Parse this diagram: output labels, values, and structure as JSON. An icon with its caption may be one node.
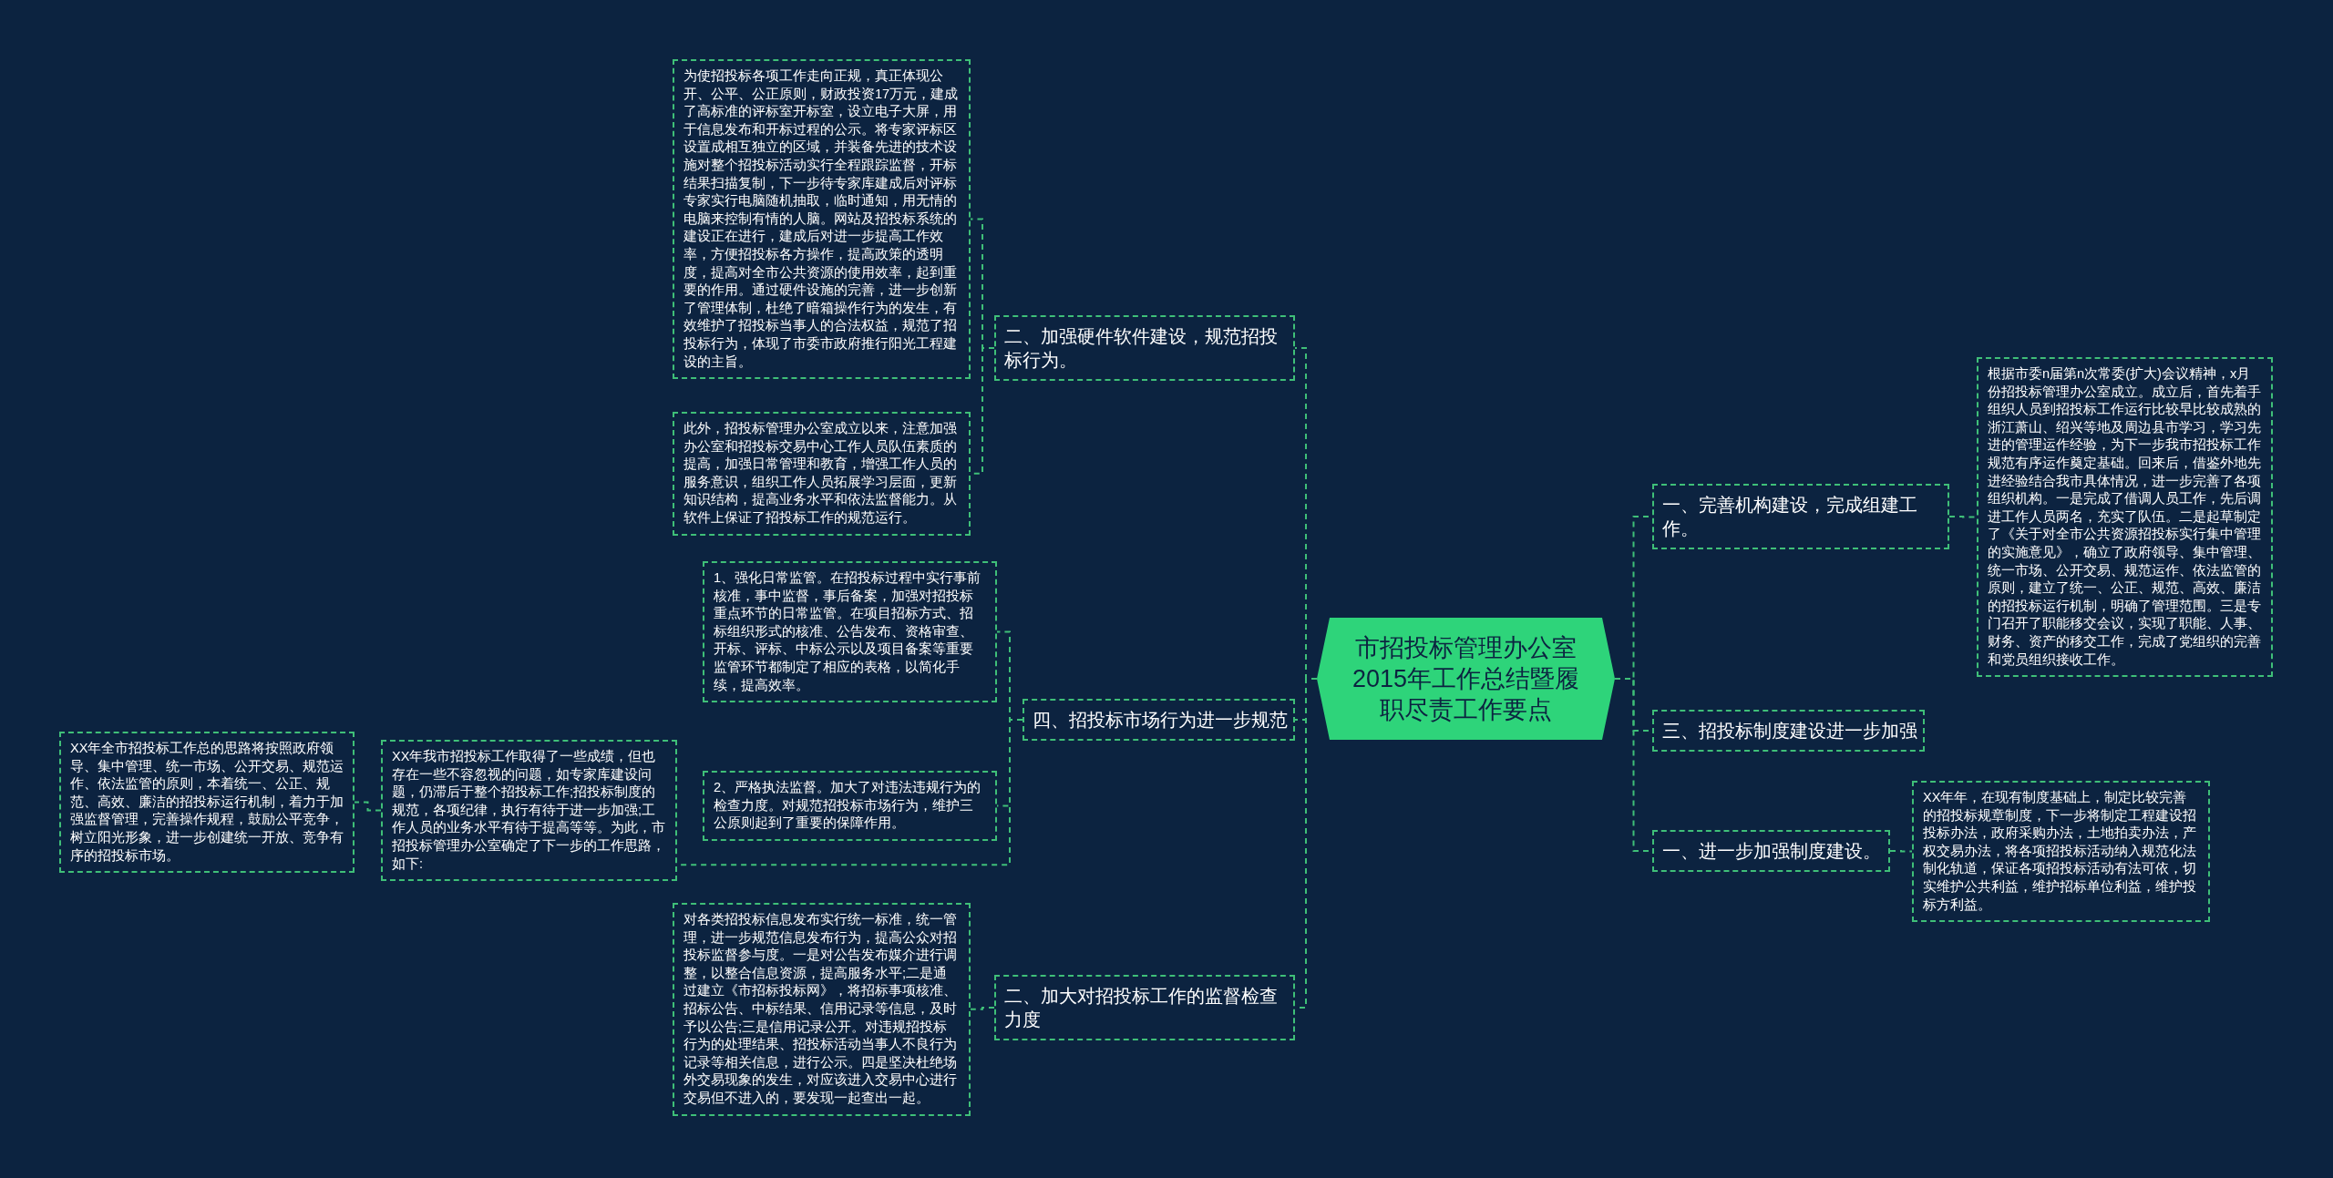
{
  "diagram": {
    "nodes": [
      {
        "text": [
          "市招投标管理办公室2015年工作总结暨履职尽责工作要点"
        ]
      },
      {
        "text": [
          "二、加强硬件软件建设，规范招投标行为。"
        ]
      },
      {
        "text": [
          "为使招投标各项工作走向正规，真正体现公开、公平、公正原则，财政投资17万元，建成了高标准的评标室开标室，设立电子大屏，用于信息发布和开标过程的公示。将专家评标区设置成相互独立的区域，并装备先进的技术设施对整个招投标活动实行全程跟踪监督，开标结果扫描复制，下一步待专家库建成后对评标专家实行电脑随机抽取，临时通知，用无情的电脑来控制有情的人脑。网站及招投标系统的建设正在进行，建成后对进一步提高工作效率，方便招投标各方操作，提高政策的透明度，提高对全市公共资源的使用效率，起到重要的作用。通过硬件设施的完善，进一步创新了管理体制，杜绝了暗箱操作行为的发生，有效维护了招投标当事人的合法权益，规范了招投标行为，体现了市委市政府推行阳光工程建设的主旨。"
        ]
      },
      {
        "text": [
          "此外，招投标管理办公室成立以来，注意加强办公室和招投标交易中心工作人员队伍素质的提高，加强日常管理和教育，增强工作人员的服务意识，组织工作人员拓展学习层面，更新知识结构，提高业务水平和依法监督能力。从软件上保证了招投标工作的规范运行。"
        ]
      },
      {
        "text": [
          "四、招投标市场行为进一步规范"
        ]
      },
      {
        "text": [
          "1、强化日常监管。在招投标过程中实行事前核准，事中监督，事后备案，加强对招投标重点环节的日常监管。在项目招标方式、招标组织形式的核准、公告发布、资格审查、开标、评标、中标公示以及项目备案等重要监管环节都制定了相应的表格，以简化手续，提高效率。"
        ]
      },
      {
        "text": [
          "2、严格执法监督。加大了对违法违规行为的检查力度。对规范招投标市场行为，维护三公原则起到了重要的保障作用。"
        ]
      },
      {
        "text": [
          "XX年我市招投标工作取得了一些成绩，但也存在一些不容忽视的问题，如专家库建设问题，仍滞后于整个招投标工作;招投标制度的规范，各项纪律，执行有待于进一步加强;工作人员的业务水平有待于提高等等。为此，市招投标管理办公室确定了下一步的工作思路，如下:"
        ]
      },
      {
        "text": [
          "XX年全市招投标工作总的思路将按照政府领导、集中管理、统一市场、公开交易、规范运作、依法监管的原则，本着统一、公正、规范、高效、廉洁的招投标运行机制，着力于加强监督管理，完善操作规程，鼓励公平竞争，树立阳光形象，进一步创建统一开放、竞争有序的招投标市场。"
        ]
      },
      {
        "text": [
          "二、加大对招投标工作的监督检查力度"
        ]
      },
      {
        "text": [
          "对各类招投标信息发布实行统一标准，统一管理，进一步规范信息发布行为，提高公众对招投标监督参与度。一是对公告发布媒介进行调整，以整合信息资源，提高服务水平;二是通过建立《市招标投标网》，将招标事项核准、招标公告、中标结果、信用记录等信息，及时予以公告;三是信用记录公开。对违规招投标行为的处理结果、招投标活动当事人不良行为记录等相关信息，进行公示。四是坚决杜绝场外交易现象的发生，对应该进入交易中心进行交易但不进入的，要发现一起查出一起。"
        ]
      },
      {
        "text": [
          "一、完善机构建设，完成组建工作。"
        ]
      },
      {
        "text": [
          "根据市委n届第n次常委(扩大)会议精神，x月份招投标管理办公室成立。成立后，首先着手组织人员到招投标工作运行比较早比较成熟的浙江萧山、绍兴等地及周边县市学习，学习先进的管理运作经验，为下一步我市招投标工作规范有序运作奠定基础。回来后，借鉴外地先进经验结合我市具体情况，进一步完善了各项组织机构。一是完成了借调人员工作，先后调进工作人员两名，充实了队伍。二是起草制定了《关于对全市公共资源招投标实行集中管理的实施意见》，确立了政府领导、集中管理、统一市场、公开交易、规范运作、依法监管的原则，建立了统一、公正、规范、高效、廉洁的招投标运行机制，明确了管理范围。三是专门召开了职能移交会议，实现了职能、人事、财务、资产的移交工作，完成了党组织的完善和党员组织接收工作。"
        ]
      },
      {
        "text": [
          "三、招投标制度建设进一步加强"
        ]
      },
      {
        "text": [
          "一、进一步加强制度建设。"
        ]
      },
      {
        "text": [
          "XX年年，在现有制度基础上，制定比较完善的招投标规章制度，下一步将制定工程建设招投标办法，政府采购办法，土地拍卖办法，产权交易办法，将各项招投标活动纳入规范化法制化轨道，保证各项招投标活动有法可依，切实维护公共利益，维护招标单位利益，维护投标方利益。"
        ]
      }
    ],
    "edges": [
      {
        "from": 0,
        "to": 1,
        "arrow": "none"
      },
      {
        "from": 1,
        "to": 2,
        "arrow": "none"
      },
      {
        "from": 1,
        "to": 3,
        "arrow": "none"
      },
      {
        "from": 0,
        "to": 4,
        "arrow": "none"
      },
      {
        "from": 4,
        "to": 5,
        "arrow": "none"
      },
      {
        "from": 4,
        "to": 6,
        "arrow": "none"
      },
      {
        "from": 4,
        "to": 7,
        "arrow": "none"
      },
      {
        "from": 7,
        "to": 8,
        "arrow": "none"
      },
      {
        "from": 0,
        "to": 9,
        "arrow": "none"
      },
      {
        "from": 9,
        "to": 10,
        "arrow": "none"
      },
      {
        "from": 0,
        "to": 11,
        "arrow": "none"
      },
      {
        "from": 11,
        "to": 12,
        "arrow": "none"
      },
      {
        "from": 0,
        "to": 13,
        "arrow": "none"
      },
      {
        "from": 0,
        "to": 14,
        "arrow": "none"
      },
      {
        "from": 14,
        "to": 15,
        "arrow": "none"
      }
    ]
  }
}
